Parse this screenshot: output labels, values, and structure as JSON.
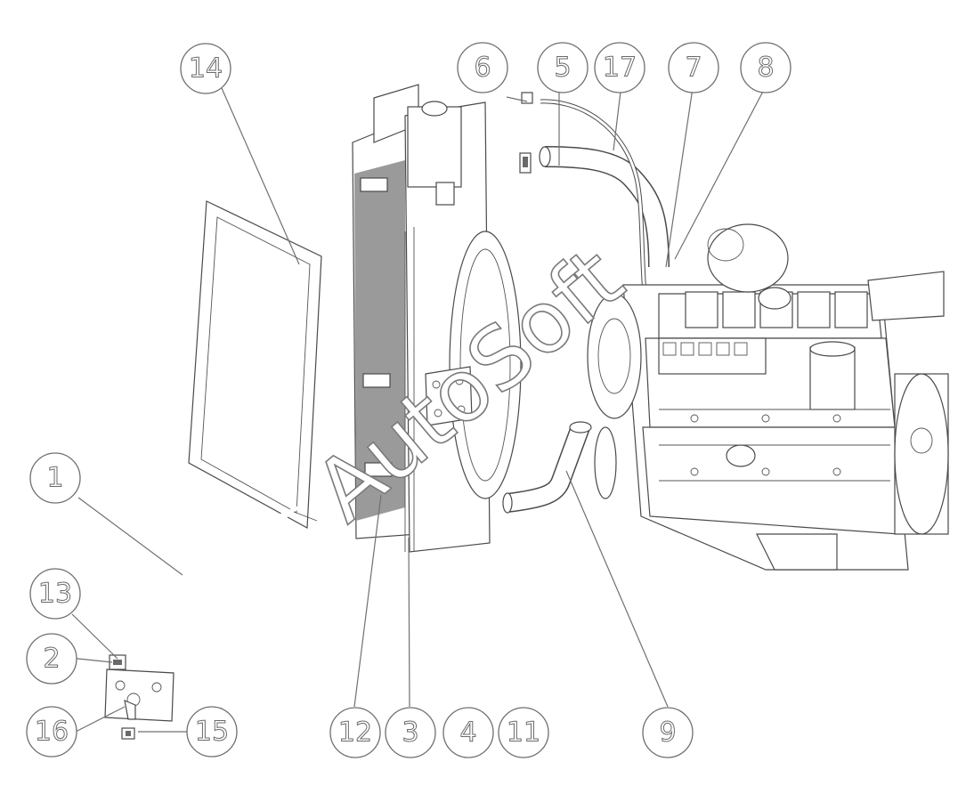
{
  "diagram": {
    "callouts": [
      "1",
      "2",
      "3",
      "4",
      "5",
      "6",
      "7",
      "8",
      "9",
      "11",
      "12",
      "13",
      "14",
      "15",
      "16",
      "17"
    ],
    "watermark": "AutoSoft"
  },
  "colors": {
    "line": "#4a4a4a",
    "callout": "#6f6f6f",
    "shade": "#9a9a9a"
  }
}
